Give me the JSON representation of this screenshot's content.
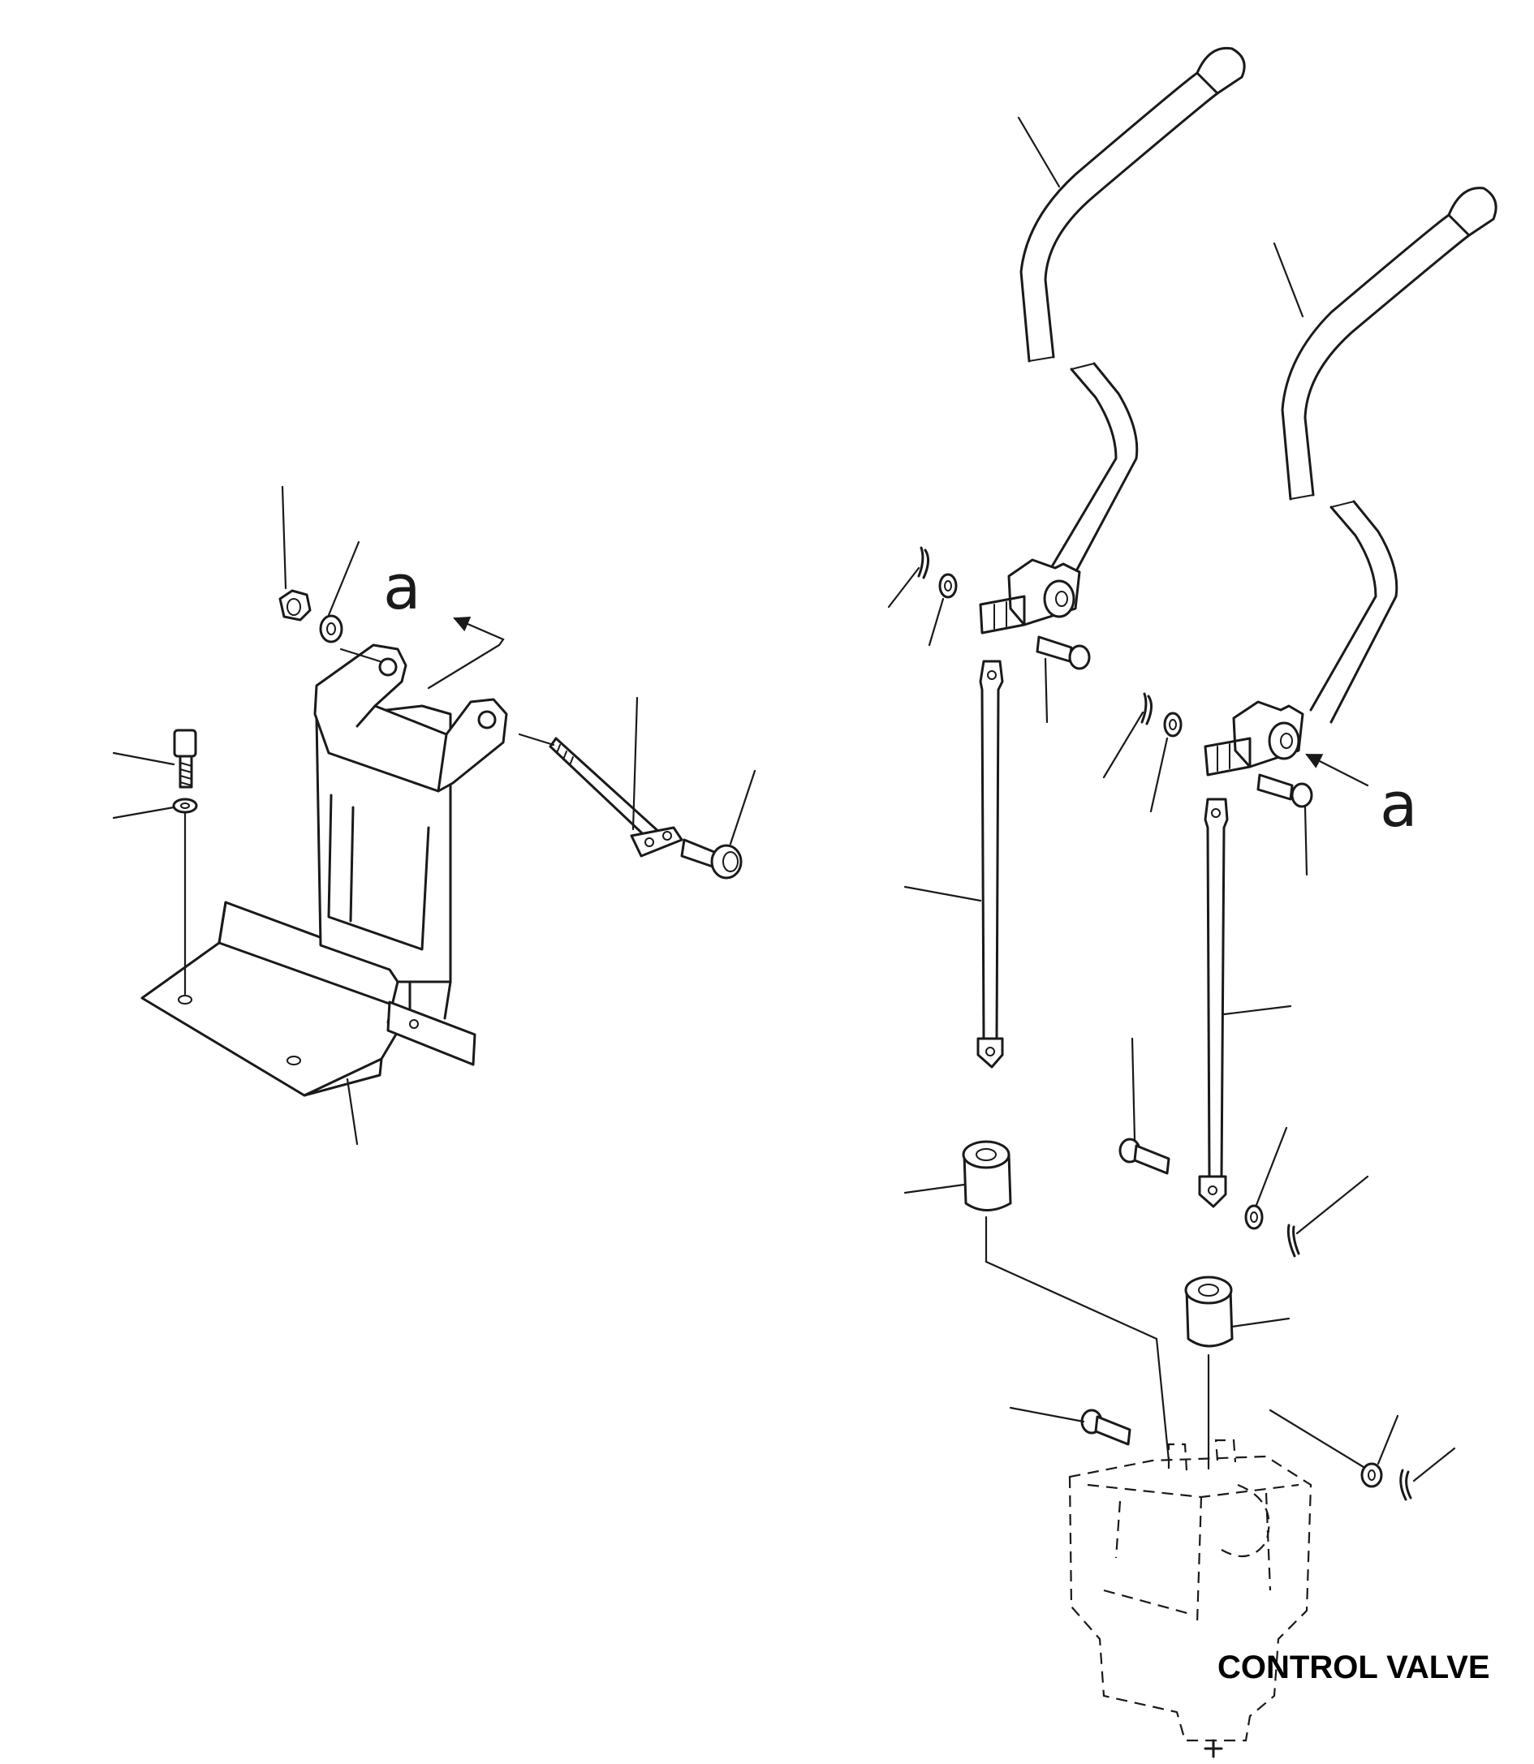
{
  "labels": {
    "view_ref_left": "a",
    "view_ref_right": "a",
    "component_caption": "CONTROL VALVE"
  },
  "colors": {
    "ink": "#1a1a1a",
    "background": "#ffffff"
  }
}
